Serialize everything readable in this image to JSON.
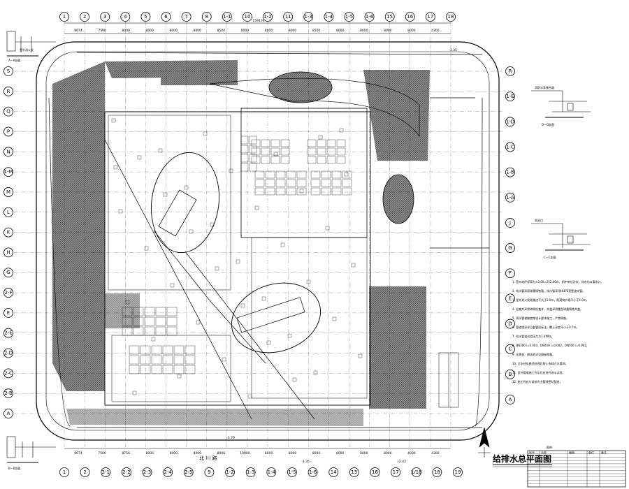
{
  "drawing_title": "给排水总平面图",
  "top_axes": [
    "1",
    "2",
    "3",
    "4",
    "5",
    "6",
    "7",
    "8",
    "1-1",
    "10",
    "1-2",
    "11",
    "1-3",
    "1-4",
    "1-5",
    "1-6",
    "15",
    "16",
    "17",
    "18"
  ],
  "bottom_axes": [
    "1",
    "2",
    "2-1",
    "2-2",
    "2-3",
    "2-4",
    "2-5",
    "9",
    "1-2",
    "1-3",
    "1-4",
    "1-5",
    "1-6",
    "14",
    "15",
    "16",
    "17",
    "1/18",
    "18",
    "19"
  ],
  "left_axes": [
    "S",
    "R",
    "Q",
    "P",
    "N",
    "1-M",
    "M",
    "L",
    "K",
    "H",
    "G",
    "2-F",
    "E",
    "2-E",
    "2-D",
    "2-C",
    "2-B",
    "A"
  ],
  "right_axes": [
    "R",
    "1-E",
    "1-D",
    "1-C",
    "1-B",
    "1-A",
    "J",
    "G",
    "F",
    "E",
    "D",
    "C",
    "B",
    "A"
  ],
  "top_dims": [
    "8074",
    "7500",
    "8000",
    "8000",
    "8000",
    "8000",
    "8500",
    "8000",
    "8000",
    "8000",
    "8500",
    "8000",
    "8000",
    "8000",
    "8000",
    "4300"
  ],
  "bottom_dims": [
    "8074",
    "7500",
    "8750",
    "8000",
    "8000",
    "8000",
    "8000",
    "10000",
    "8000",
    "8000",
    "8000",
    "8000",
    "8000",
    "8000",
    "4000",
    "4300"
  ],
  "top_total_dim": "159174",
  "road_label": "北 川 路",
  "section_labels": [
    "A—A剖面",
    "B—B剖面",
    "D—D剖面",
    "C—C剖面"
  ],
  "detail_tags": [
    "消防水泵接合器",
    "室外消火栓",
    "雨水口"
  ],
  "elevation_callouts": [
    "-3.35",
    "-3.70",
    "-2.43",
    "-3.35"
  ],
  "notes": [
    "1. 室外地坪标高为±0.00=252.40m，图中单位为米，其余均以毫米计。",
    "2. 给水管采用球墨铸铁管，排水管采用HDPE双壁波纹管。",
    "3. 室外消火栓距路边不大于2.0m，距建筑外墙不小于5.0m。",
    "4. 检查井采用砖砌检查井，井盖采用重型球墨铸铁井盖。",
    "5. 雨水管道坡度按设计要求施工，严禁倒坡。",
    "6. 管道埋深详见各管段标注，覆土深度不小于0.7m。",
    "7. 给水管道试验压力为1.0MPa。",
    "8. DN300 i=0.003，DN400 i=0.002，DN500 i=0.002。",
    "9. 化粪池、隔油池详见国标图集。",
    "10. 污水经化粪池处理后排入市政污水管网。",
    "11. 室外管道施工完毕后应进行闭水试验。",
    "12. 施工时应与其他专业管线密切配合。"
  ],
  "legend_title": "图例",
  "legend_headers": [
    "序号",
    "名称",
    "图例",
    "单位",
    "备注"
  ],
  "legend_rows": 10,
  "colors": {
    "line": "#000000",
    "hatch": "#6e6e6e",
    "background": "#ffffff"
  }
}
